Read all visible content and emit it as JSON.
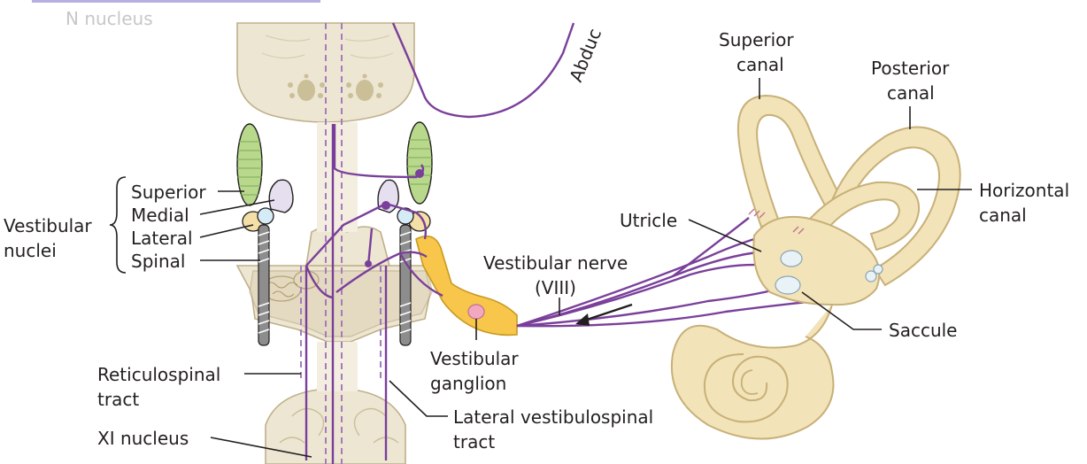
{
  "labels": {
    "top_partial": "N nucleus",
    "abducens_partial": "Abduc",
    "vestibular_nuclei": [
      "Vestibular",
      "nuclei"
    ],
    "superior": "Superior",
    "medial": "Medial",
    "lateral": "Lateral",
    "spinal": "Spinal",
    "reticulospinal": [
      "Reticulospinal",
      "tract"
    ],
    "xi_nucleus": "XI nucleus",
    "vestibular_ganglion": [
      "Vestibular",
      "ganglion"
    ],
    "lateral_vestibulospinal": [
      "Lateral vestibulospinal",
      "tract"
    ],
    "vestibular_nerve": [
      "Vestibular nerve",
      "(VIII)"
    ],
    "utricle": "Utricle",
    "saccule": "Saccule",
    "superior_canal": [
      "Superior",
      "canal"
    ],
    "posterior_canal": [
      "Posterior",
      "canal"
    ],
    "horizontal_canal": [
      "Horizontal",
      "canal"
    ]
  },
  "colors": {
    "nerve": "#7a3f9a",
    "superior_nucleus": "#b8d98c",
    "lateral_nucleus": "#f4dfa6",
    "ganglion": "#f7c64a",
    "labyrinth": "#f2e3b8",
    "brainstem": "#ede6d2"
  }
}
